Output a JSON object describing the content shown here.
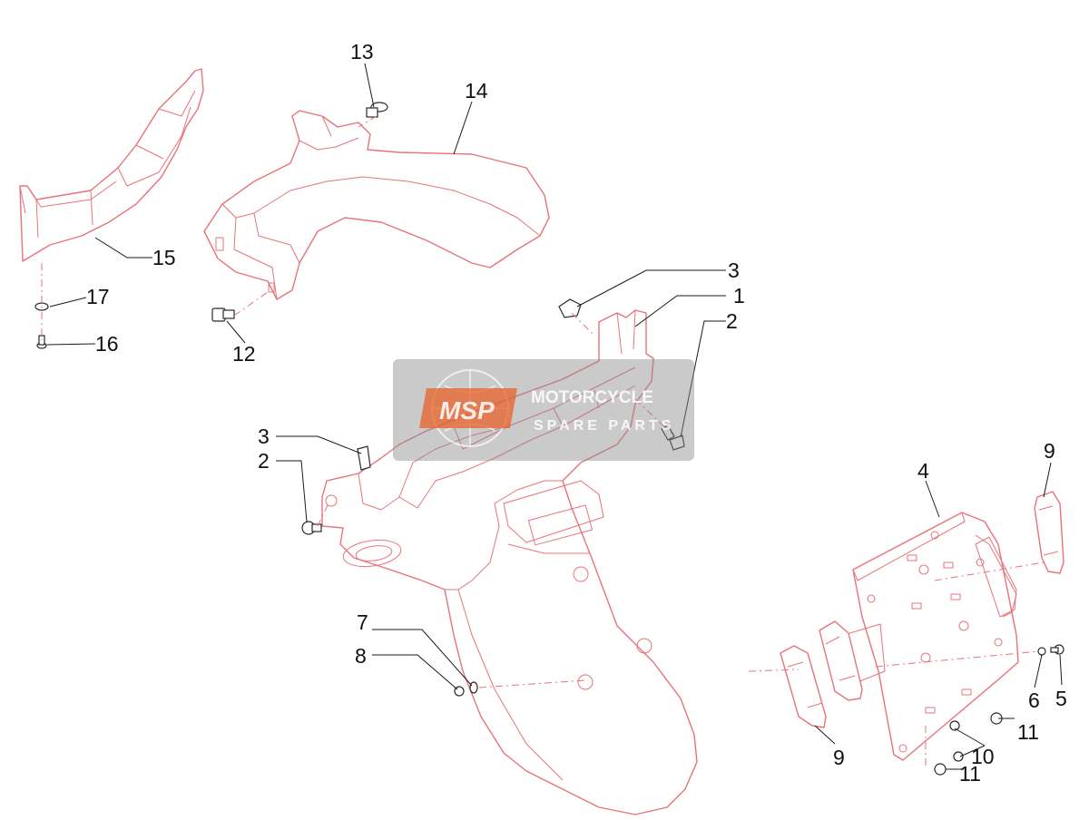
{
  "callouts": [
    "1",
    "2",
    "2",
    "3",
    "3",
    "4",
    "5",
    "6",
    "7",
    "8",
    "9",
    "9",
    "10",
    "11",
    "11",
    "12",
    "13",
    "14",
    "15",
    "16",
    "17"
  ],
  "watermark": {
    "logo": "MSP",
    "line1": "MOTORCYCLE",
    "line2": "SPARE PARTS",
    "logo_color": "#e8602a"
  },
  "colors": {
    "part_outline": "#e8737a",
    "hardware_outline": "#2a2a2a",
    "label": "#111111",
    "background": "#ffffff"
  }
}
